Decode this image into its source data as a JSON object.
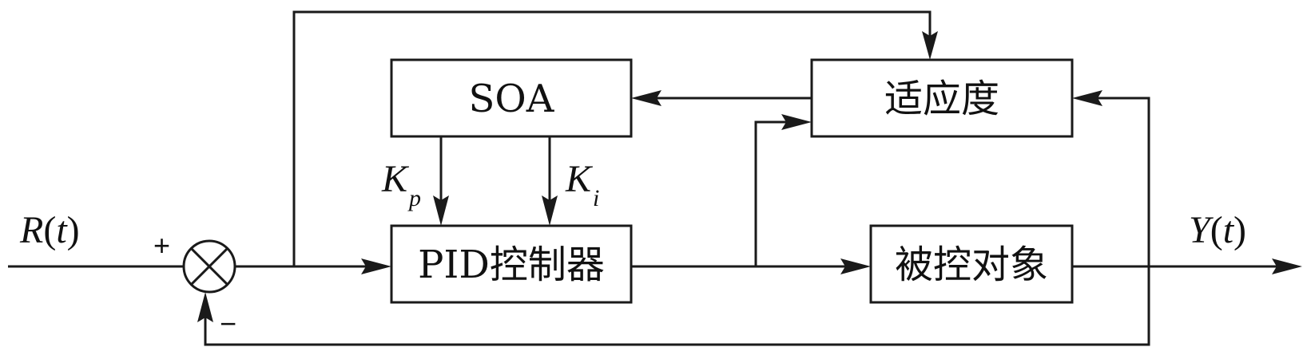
{
  "blocks": {
    "soa": "SOA",
    "fitness": "适应度",
    "pid": "PID控制器",
    "plant": "被控对象"
  },
  "signals": {
    "input_var": "R",
    "input_arg": "t",
    "output_var": "Y",
    "output_arg": "t",
    "kp_main": "K",
    "kp_sub": "p",
    "ki_main": "K",
    "ki_sub": "i"
  },
  "summing": {
    "plus": "+",
    "minus": "−"
  }
}
